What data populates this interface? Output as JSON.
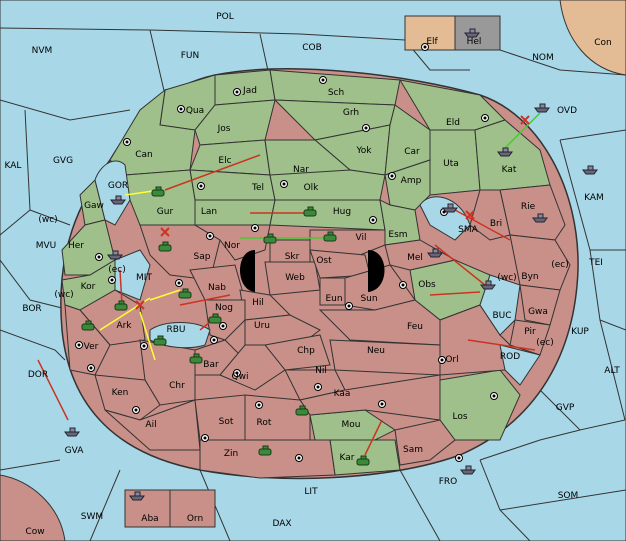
{
  "map": {
    "colors": {
      "sea": "#a8d8e8",
      "green_power": "#9fc08a",
      "pink_power": "#c89088",
      "tan_power": "#e3bb94",
      "gray_power": "#999999",
      "move_order": "#cc3322",
      "support_order": "#ffff33",
      "convoy_order": "#44cc33"
    },
    "sea_labels": [
      "POL",
      "NVM",
      "FUN",
      "COB",
      "NOM",
      "Con",
      "OVD",
      "KAL",
      "GVG",
      "KAM",
      "MVU",
      "TEI",
      "BOR",
      "KUP",
      "DOR",
      "ALT",
      "GVP",
      "GVA",
      "FRO",
      "SOM",
      "LIT",
      "SWM",
      "DAX",
      "Cow",
      "GOR",
      "SMA",
      "MIT",
      "RBU",
      "BUC",
      "ROD"
    ],
    "land_labels": [
      "Jad",
      "Sch",
      "Qua",
      "Grh",
      "Jos",
      "Eld",
      "Can",
      "Yok",
      "Car",
      "Elc",
      "Nar",
      "Uta",
      "Amp",
      "Tel",
      "Olk",
      "Kat",
      "Gaw",
      "Gur",
      "Lan",
      "Hug",
      "Rie",
      "Bri",
      "Esm",
      "Sap",
      "Nor",
      "Skr",
      "Vil",
      "Her",
      "Web",
      "Ost",
      "Mel",
      "Byn",
      "Kor",
      "Nab",
      "Obs",
      "Gwa",
      "Hil",
      "Eun",
      "Sun",
      "Ark",
      "Nog",
      "Pir",
      "Ver",
      "Uru",
      "Feu",
      "Orl",
      "Chp",
      "Neu",
      "Bar",
      "Qwi",
      "Nil",
      "Chr",
      "Ken",
      "Kaa",
      "Los",
      "Rot",
      "Ail",
      "Sot",
      "Mou",
      "Sam",
      "Zin",
      "Kar",
      "Elf",
      "Hel",
      "Aba",
      "Orn"
    ],
    "coast_labels": [
      "(wc)",
      "(ec)",
      "(wc)",
      "(ec)",
      "(wc)",
      "(ec)"
    ]
  }
}
